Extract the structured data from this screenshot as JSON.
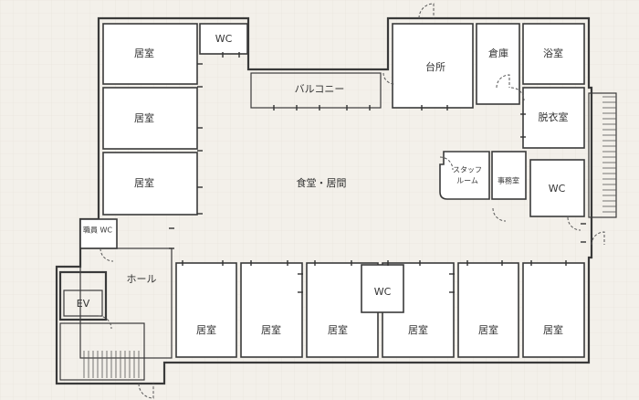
{
  "rooms": {
    "room_nw1": "居室",
    "room_nw2": "居室",
    "room_nw3": "居室",
    "wc_top": "WC",
    "balcony": "バルコニー",
    "kitchen": "台所",
    "storage": "倉庫",
    "bath": "浴室",
    "dressing": "脱衣室",
    "dining": "食堂・居間",
    "staff_room_line1": "スタッフ",
    "staff_room_line2": "ルーム",
    "office": "事務室",
    "wc_east": "WC",
    "staff_wc": "職員 WC",
    "hall": "ホール",
    "ev": "EV",
    "wc_south": "WC",
    "room_s1": "居室",
    "room_s2": "居室",
    "room_s3": "居室",
    "room_s4": "居室",
    "room_s5": "居室",
    "room_s6": "居室"
  },
  "colors": {
    "background": "#f3f0ea",
    "floor": "#ffffff",
    "wall": "#3a3a3a"
  }
}
